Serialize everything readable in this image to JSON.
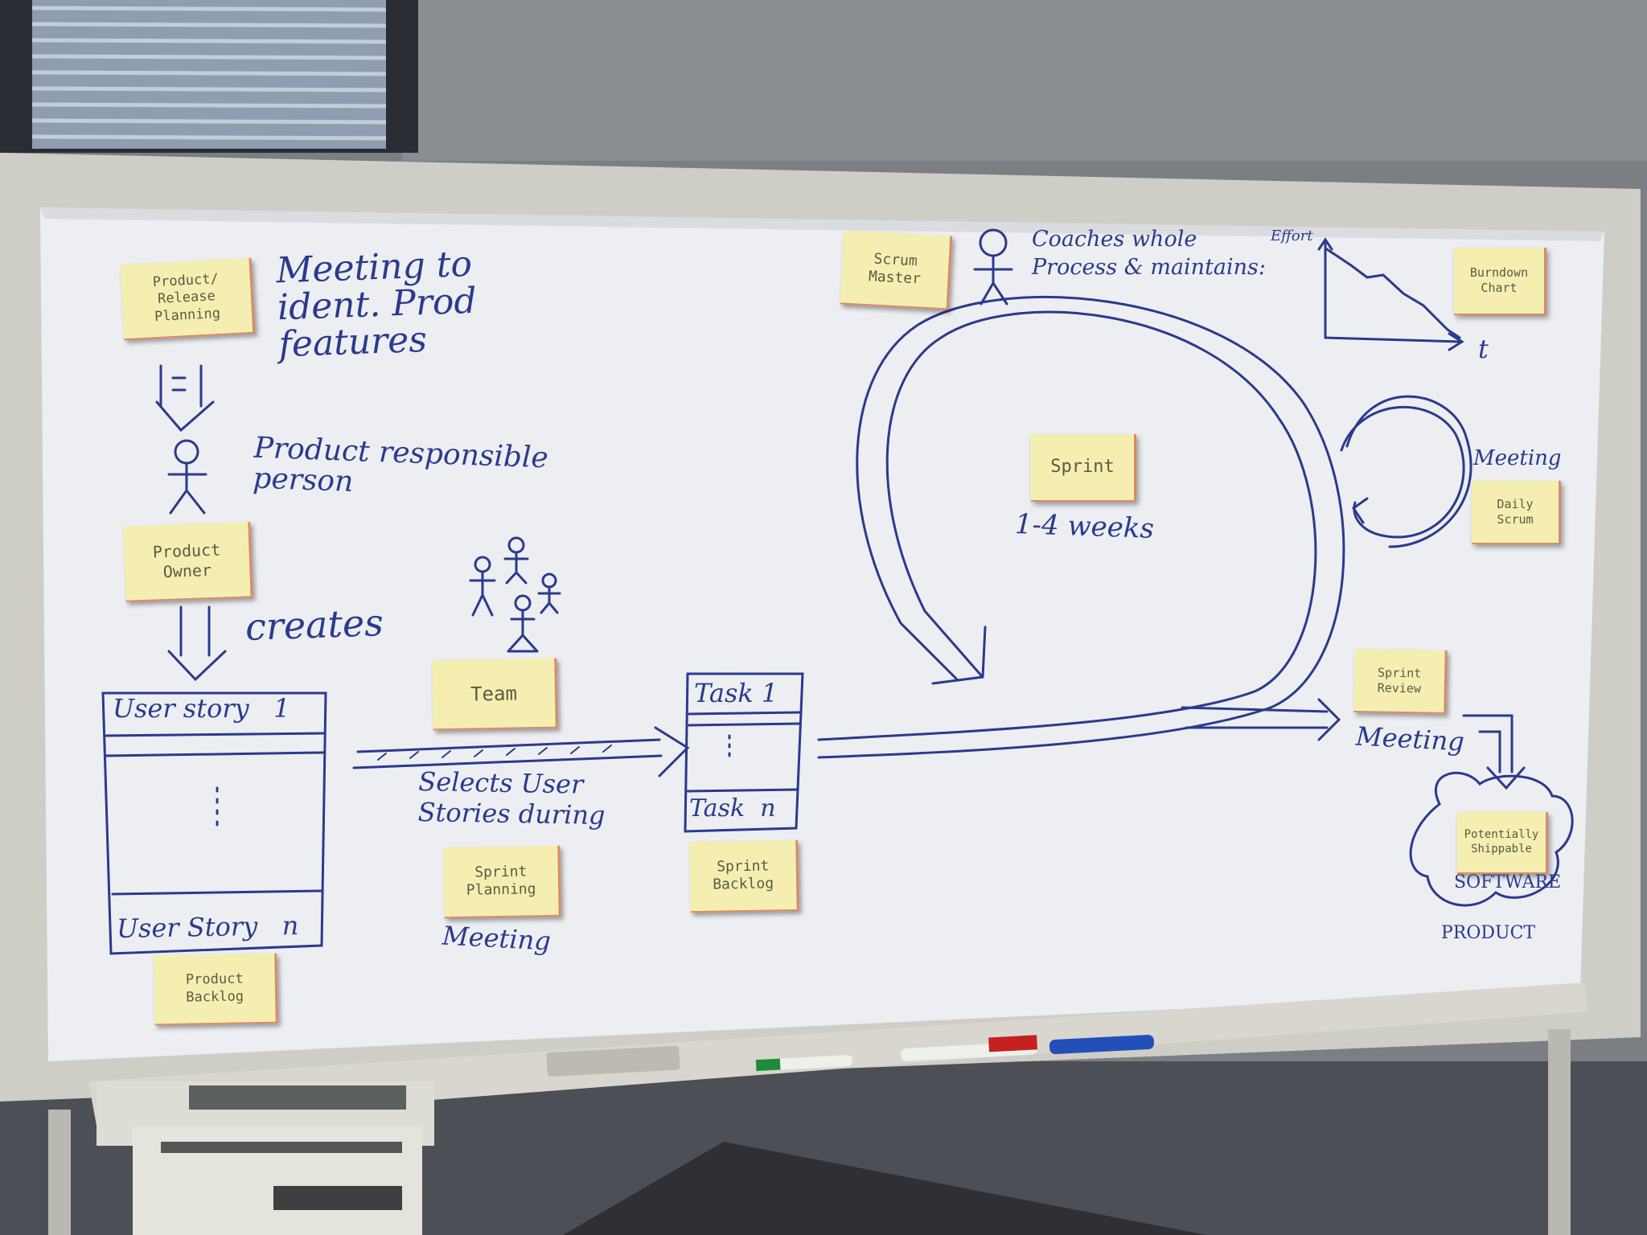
{
  "colors": {
    "wall": "#7b7e83",
    "board_frame": "#d5d4cc",
    "board_surface": "#e9ebef",
    "sticky_note": "#f4efb0",
    "marker_blue": "#2b3a8c",
    "window_blind": "#7d8ba0"
  },
  "notes": {
    "product_release_planning": "Product/\nRelease\nPlanning",
    "product_owner": "Product\nOwner",
    "product_backlog": "Product\nBacklog",
    "team": "Team",
    "sprint_planning": "Sprint\nPlanning",
    "sprint_backlog": "Sprint\nBacklog",
    "scrum_master": "Scrum\nMaster",
    "sprint": "Sprint",
    "burndown_chart": "Burndown\nChart",
    "daily_scrum": "Daily\nScrum",
    "sprint_review": "Sprint\nReview",
    "potentially_shippable": "Potentially\nShippable"
  },
  "writing": {
    "meeting_to_ident": "Meeting to\nident. Prod\nfeatures",
    "product_responsible": "Product responsible\nperson",
    "creates": "creates",
    "user_story_1": "User story   1",
    "user_story_n": "User Story   n",
    "task_1": "Task 1",
    "task_n": "Task  n",
    "selects_user_stories": "Selects User\nStories during",
    "meeting_sprint_planning": "Meeting",
    "coaches": "Coaches whole\nProcess & maintains:",
    "effort": "Effort",
    "t": "t",
    "weeks": "1-4 weeks",
    "meeting_daily": "Meeting",
    "meeting_review": "Meeting",
    "software": "SOFTWARE",
    "product": "PRODUCT"
  }
}
